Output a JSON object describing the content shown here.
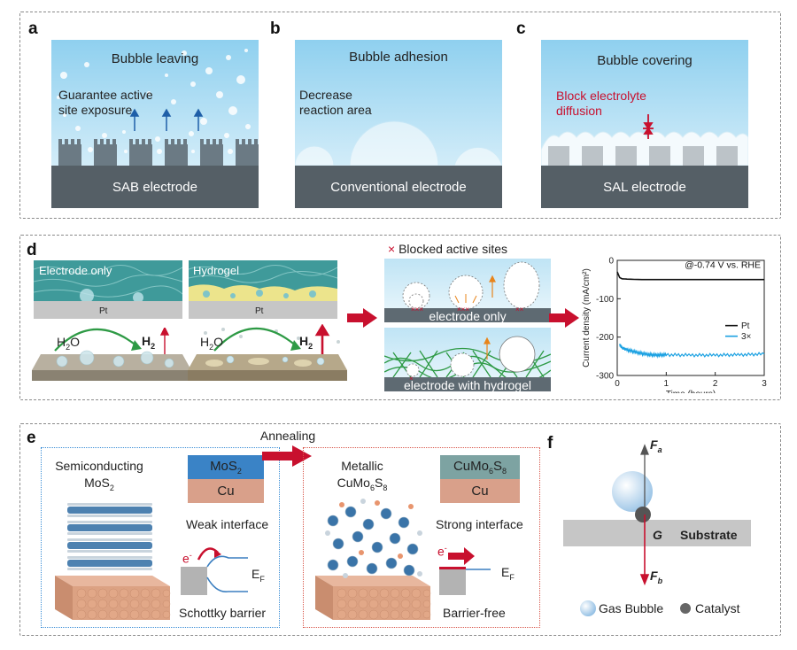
{
  "panels": {
    "a": {
      "label": "a",
      "title": "Bubble leaving",
      "note": [
        "Guarantee active",
        "site exposure"
      ],
      "electrode": "SAB electrode"
    },
    "b": {
      "label": "b",
      "title": "Bubble adhesion",
      "note": [
        "Decrease",
        "reaction area"
      ],
      "electrode": "Conventional electrode"
    },
    "c": {
      "label": "c",
      "title": "Bubble covering",
      "note": [
        "Block electrolyte",
        "diffusion"
      ],
      "electrode": "SAL electrode"
    },
    "d": {
      "label": "d",
      "left_titles": [
        "Electrode only",
        "Hydrogel"
      ],
      "pt_label": "Pt",
      "h2o": "H",
      "h2o_sub": "2",
      "h2o_tail": "O",
      "h2": "H",
      "h2_sub": "2",
      "blocked_marker": "×",
      "blocked_label": "Blocked active sites",
      "scheme_labels": [
        "electrode only",
        "electrode with hydrogel"
      ]
    },
    "e": {
      "label": "e",
      "annealing": "Annealing",
      "left": {
        "title_line1": "Semiconducting",
        "title_line2": "MoS",
        "title_sub": "2",
        "top_layer": "MoS",
        "top_sub": "2",
        "bottom_layer": "Cu",
        "interface": "Weak interface",
        "electron": "e",
        "electron_sup": "-",
        "fermi": "E",
        "fermi_sub": "F",
        "barrier": "Schottky barrier"
      },
      "right": {
        "title_line1": "Metallic",
        "title_line2a": "CuMo",
        "title_sub1": "6",
        "title_line2b": "S",
        "title_sub2": "8",
        "top_layer_a": "CuMo",
        "top_sub1": "6",
        "top_layer_b": "S",
        "top_sub2": "8",
        "bottom_layer": "Cu",
        "interface": "Strong interface",
        "electron": "e",
        "electron_sup": "-",
        "fermi": "E",
        "fermi_sub": "F",
        "barrier": "Barrier-free"
      }
    },
    "f": {
      "label": "f",
      "fa": "F",
      "fa_sub": "a",
      "fb": "F",
      "fb_sub": "b",
      "g": "G",
      "substrate": "Substrate",
      "legend_bubble": "Gas Bubble",
      "legend_catalyst": "Catalyst"
    }
  },
  "chart_data": {
    "type": "line",
    "annotation": "@-0.74 V vs. RHE",
    "xlabel": "Time (hours)",
    "ylabel": "Current density (mA/cm²)",
    "xlim": [
      0,
      3
    ],
    "ylim": [
      -300,
      0
    ],
    "xticks": [
      "0",
      "1",
      "2",
      "3"
    ],
    "yticks": [
      "0",
      "-100",
      "-200",
      "-300"
    ],
    "legend_position": "right",
    "series": [
      {
        "name": "Pt",
        "color": "#111111",
        "x": [
          0,
          0.05,
          0.1,
          0.2,
          0.5,
          1.0,
          1.5,
          2.0,
          2.5,
          3.0
        ],
        "y": [
          -30,
          -45,
          -48,
          -49,
          -50,
          -50,
          -50,
          -50,
          -50,
          -50
        ]
      },
      {
        "name": "3×",
        "color": "#1ba1e2",
        "x": [
          0.05,
          0.1,
          0.2,
          0.4,
          0.6,
          0.8,
          1.0,
          1.5,
          2.0,
          2.5,
          3.0
        ],
        "y": [
          -220,
          -228,
          -233,
          -240,
          -245,
          -247,
          -246,
          -247,
          -247,
          -246,
          -244
        ]
      }
    ]
  }
}
